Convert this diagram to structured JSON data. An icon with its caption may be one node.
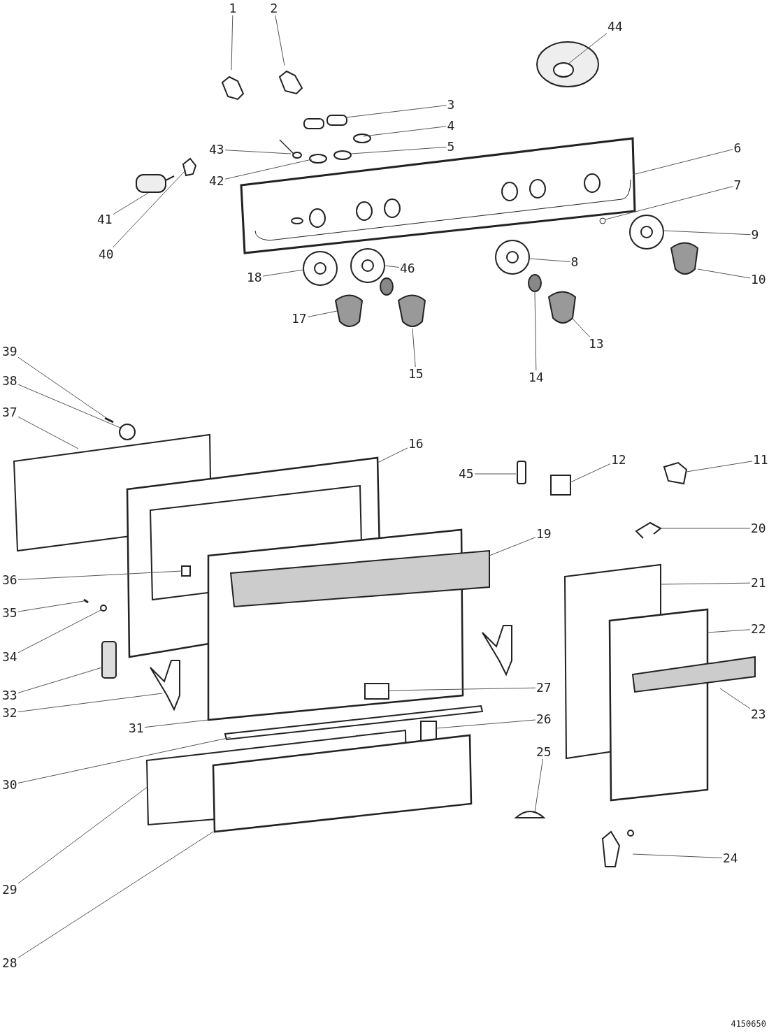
{
  "diagram": {
    "nodes": [
      {
        "text": [
          "1"
        ]
      },
      {
        "text": [
          "2"
        ]
      },
      {
        "text": [
          "3"
        ]
      },
      {
        "text": [
          "4"
        ]
      },
      {
        "text": [
          "5"
        ]
      },
      {
        "text": [
          "6"
        ]
      },
      {
        "text": [
          "7"
        ]
      },
      {
        "text": [
          "8"
        ]
      },
      {
        "text": [
          "9"
        ]
      },
      {
        "text": [
          "10"
        ]
      },
      {
        "text": [
          "11"
        ]
      },
      {
        "text": [
          "12"
        ]
      },
      {
        "text": [
          "13"
        ]
      },
      {
        "text": [
          "14"
        ]
      },
      {
        "text": [
          "15"
        ]
      },
      {
        "text": [
          "16"
        ]
      },
      {
        "text": [
          "17"
        ]
      },
      {
        "text": [
          "18"
        ]
      },
      {
        "text": [
          "19"
        ]
      },
      {
        "text": [
          "20"
        ]
      },
      {
        "text": [
          "21"
        ]
      },
      {
        "text": [
          "22"
        ]
      },
      {
        "text": [
          "23"
        ]
      },
      {
        "text": [
          "24"
        ]
      },
      {
        "text": [
          "25"
        ]
      },
      {
        "text": [
          "26"
        ]
      },
      {
        "text": [
          "27"
        ]
      },
      {
        "text": [
          "28"
        ]
      },
      {
        "text": [
          "29"
        ]
      },
      {
        "text": [
          "30"
        ]
      },
      {
        "text": [
          "31"
        ]
      },
      {
        "text": [
          "32"
        ]
      },
      {
        "text": [
          "33"
        ]
      },
      {
        "text": [
          "34"
        ]
      },
      {
        "text": [
          "35"
        ]
      },
      {
        "text": [
          "36"
        ]
      },
      {
        "text": [
          "37"
        ]
      },
      {
        "text": [
          "38"
        ]
      },
      {
        "text": [
          "39"
        ]
      },
      {
        "text": [
          "40"
        ]
      },
      {
        "text": [
          "41"
        ]
      },
      {
        "text": [
          "42"
        ]
      },
      {
        "text": [
          "43"
        ]
      },
      {
        "text": [
          "44"
        ]
      },
      {
        "text": [
          "45"
        ]
      },
      {
        "text": [
          "46"
        ]
      }
    ],
    "edges": [
      {
        "from": 0,
        "to": null,
        "arrow": "none"
      },
      {
        "from": 1,
        "to": null,
        "arrow": "none"
      },
      {
        "from": 2,
        "to": null,
        "arrow": "none"
      },
      {
        "from": 3,
        "to": null,
        "arrow": "none"
      },
      {
        "from": 4,
        "to": null,
        "arrow": "none"
      },
      {
        "from": 5,
        "to": null,
        "arrow": "none"
      },
      {
        "from": 6,
        "to": null,
        "arrow": "none"
      },
      {
        "from": 7,
        "to": null,
        "arrow": "none"
      },
      {
        "from": 8,
        "to": null,
        "arrow": "none"
      },
      {
        "from": 9,
        "to": null,
        "arrow": "none"
      },
      {
        "from": 10,
        "to": null,
        "arrow": "none"
      },
      {
        "from": 11,
        "to": null,
        "arrow": "none"
      },
      {
        "from": 12,
        "to": null,
        "arrow": "none"
      },
      {
        "from": 13,
        "to": null,
        "arrow": "none"
      },
      {
        "from": 14,
        "to": null,
        "arrow": "none"
      },
      {
        "from": 15,
        "to": null,
        "arrow": "none"
      },
      {
        "from": 16,
        "to": null,
        "arrow": "none"
      },
      {
        "from": 17,
        "to": null,
        "arrow": "none"
      },
      {
        "from": 18,
        "to": null,
        "arrow": "none"
      },
      {
        "from": 19,
        "to": null,
        "arrow": "none"
      },
      {
        "from": 20,
        "to": null,
        "arrow": "none"
      },
      {
        "from": 21,
        "to": null,
        "arrow": "none"
      },
      {
        "from": 22,
        "to": null,
        "arrow": "none"
      },
      {
        "from": 23,
        "to": null,
        "arrow": "none"
      },
      {
        "from": 24,
        "to": null,
        "arrow": "none"
      },
      {
        "from": 25,
        "to": null,
        "arrow": "none"
      },
      {
        "from": 26,
        "to": null,
        "arrow": "none"
      },
      {
        "from": 27,
        "to": null,
        "arrow": "none"
      },
      {
        "from": 28,
        "to": null,
        "arrow": "none"
      },
      {
        "from": 29,
        "to": null,
        "arrow": "none"
      },
      {
        "from": 30,
        "to": null,
        "arrow": "none"
      },
      {
        "from": 31,
        "to": null,
        "arrow": "none"
      },
      {
        "from": 32,
        "to": null,
        "arrow": "none"
      },
      {
        "from": 33,
        "to": null,
        "arrow": "none"
      },
      {
        "from": 34,
        "to": null,
        "arrow": "none"
      },
      {
        "from": 35,
        "to": null,
        "arrow": "none"
      },
      {
        "from": 36,
        "to": null,
        "arrow": "none"
      },
      {
        "from": 37,
        "to": null,
        "arrow": "none"
      },
      {
        "from": 38,
        "to": null,
        "arrow": "none"
      },
      {
        "from": 39,
        "to": null,
        "arrow": "none"
      },
      {
        "from": 40,
        "to": null,
        "arrow": "none"
      },
      {
        "from": 41,
        "to": null,
        "arrow": "none"
      },
      {
        "from": 42,
        "to": null,
        "arrow": "none"
      },
      {
        "from": 43,
        "to": null,
        "arrow": "none"
      },
      {
        "from": 44,
        "to": null,
        "arrow": "none"
      },
      {
        "from": 45,
        "to": null,
        "arrow": "none"
      }
    ],
    "labels": [
      "4150650"
    ]
  }
}
